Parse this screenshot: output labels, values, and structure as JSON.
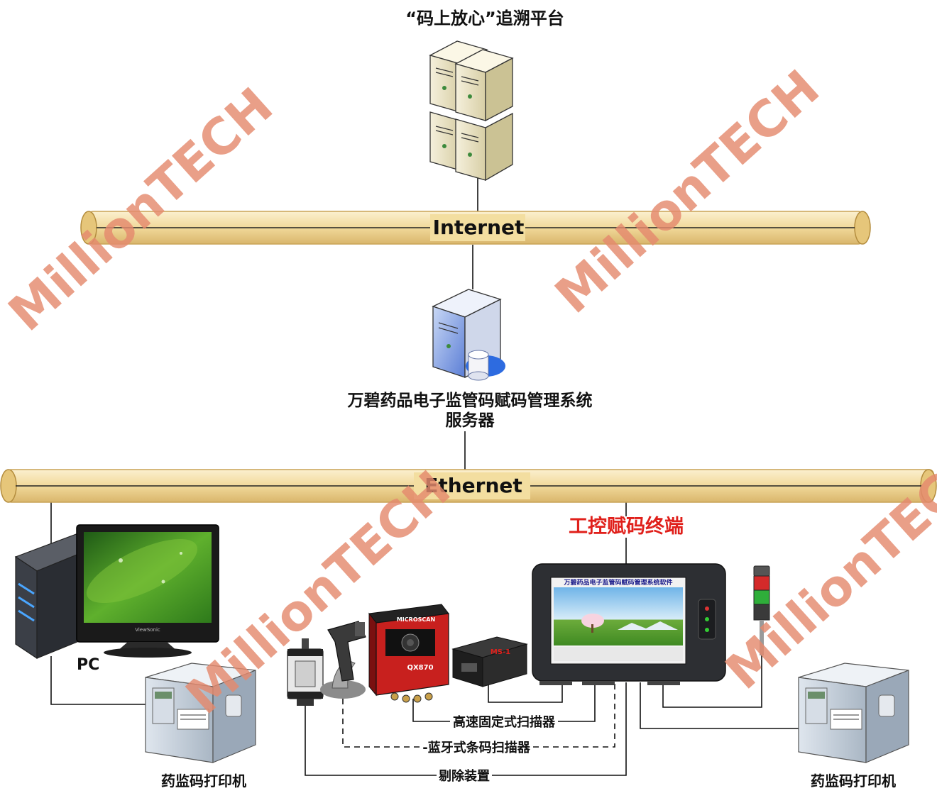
{
  "labels": {
    "cloud_platform": "“码上放心”追溯平台",
    "internet": "Internet",
    "server_line1": "万碧药品电子监管码赋码管理系统",
    "server_line2": "服务器",
    "ethernet": "Ethernet",
    "terminal": "工控赋码终端",
    "pc": "PC",
    "printer_left": "药监码打印机",
    "printer_right": "药监码打印机",
    "fixed_scanner": "高速固定式扫描器",
    "bt_scanner": "-蓝牙式条码扫描器",
    "reject_device": "剔除装置"
  },
  "device_text": {
    "scanner_brand": "MICROSCAN",
    "scanner_model": "QX870",
    "reader_model": "MS-1",
    "monitor_brand": "ViewSonic",
    "screen_title": "万碧药品电子监管码赋码管理系统软件"
  },
  "watermark": "MillionTECH",
  "colors": {
    "bus_fill": "#f4dfa6",
    "bus_edge": "#c9a357",
    "label_red": "#e0201b",
    "watermark": "#e58a6e"
  }
}
